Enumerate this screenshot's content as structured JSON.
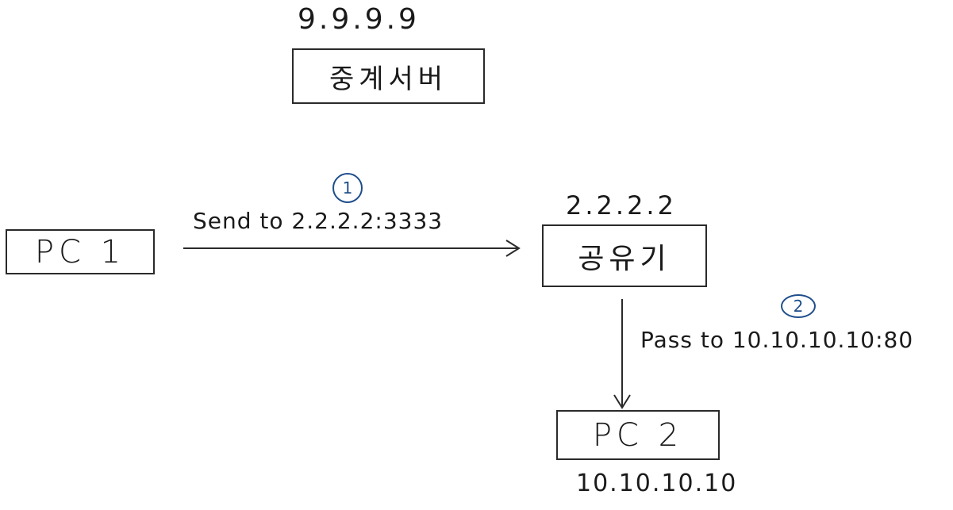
{
  "relay_server": {
    "ip": "9.9.9.9",
    "label": "중계서버"
  },
  "pc1": {
    "label": "PC 1"
  },
  "router": {
    "ip": "2.2.2.2",
    "label": "공유기"
  },
  "pc2": {
    "label": "PC 2",
    "ip": "10.10.10.10"
  },
  "edges": [
    {
      "step": "1",
      "label": "Send to 2.2.2.2:3333"
    },
    {
      "step": "2",
      "label": "Pass to 10.10.10.10:80"
    }
  ],
  "colors": {
    "ink": "#1a1a1a",
    "step_badge": "#1f4e8c"
  }
}
